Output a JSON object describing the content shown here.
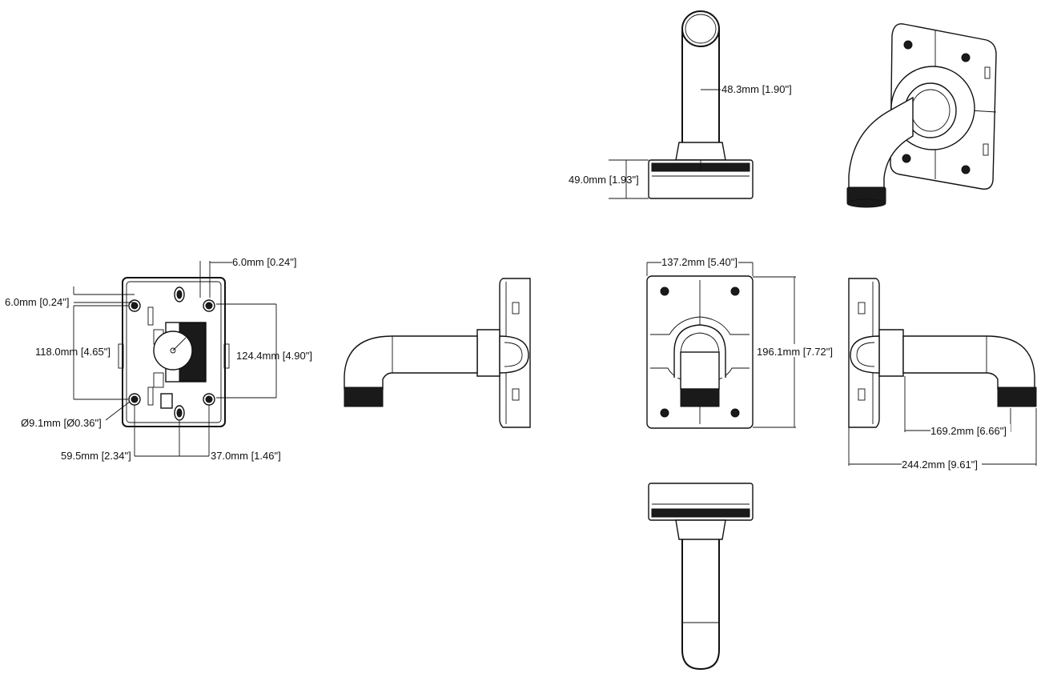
{
  "dimensions": {
    "pipe_diameter": "48.3mm [1.90\"]",
    "base_height": "49.0mm [1.93\"]",
    "hole_inset_top": "6.0mm [0.24\"]",
    "hole_inset_side": "6.0mm [0.24\"]",
    "hole_spacing_vertical_left": "118.0mm [4.65\"]",
    "hole_spacing_vertical_right": "124.4mm [4.90\"]",
    "hole_diameter": "Ø9.1mm [Ø0.36\"]",
    "hole_spacing_horizontal_left": "59.5mm [2.34\"]",
    "hole_spacing_horizontal_right": "37.0mm [1.46\"]",
    "plate_width": "137.2mm [5.40\"]",
    "plate_height": "196.1mm [7.72\"]",
    "arm_reach": "169.2mm [6.66\"]",
    "overall_depth": "244.2mm [9.61\"]"
  }
}
